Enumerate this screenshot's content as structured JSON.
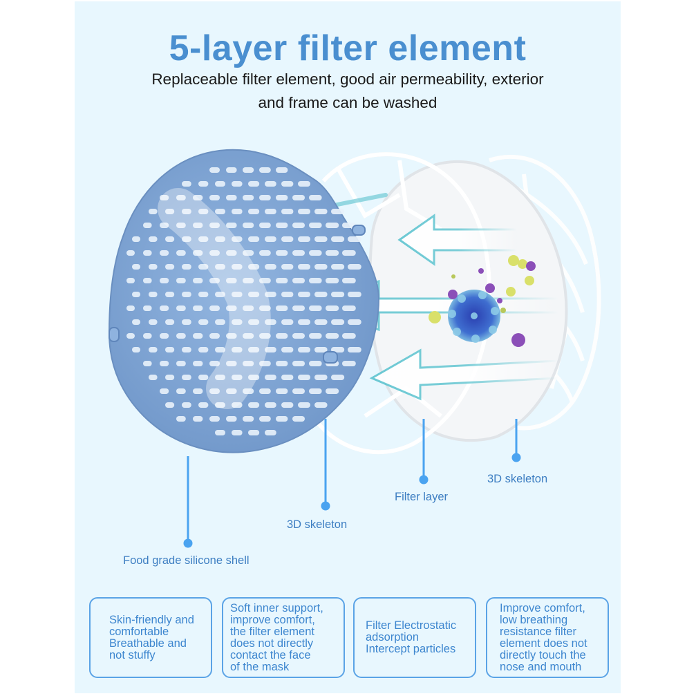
{
  "header": {
    "title": "5-layer filter element",
    "subtitle_line1": "Replaceable filter element, good air permeability, exterior",
    "subtitle_line2": "and frame can be washed"
  },
  "colors": {
    "panel_background": "#e8f7fe",
    "title": "#4a8fd0",
    "accent_line": "#4aa3f0",
    "silicone_shell": "#7ea3d2",
    "label_text": "#3d7ec2"
  },
  "illustration": {
    "components": [
      "silicone-shell",
      "3d-skeleton-front",
      "filter-layer",
      "3d-skeleton-back",
      "virus-particles",
      "airflow-arrows"
    ]
  },
  "callouts": [
    {
      "label": "Food grade silicone shell"
    },
    {
      "label": "3D skeleton"
    },
    {
      "label": "Filter layer"
    },
    {
      "label": "3D skeleton"
    }
  ],
  "features": [
    {
      "text": "Skin-friendly and\ncomfortable\nBreathable and\nnot stuffy"
    },
    {
      "text": "Soft inner support,\nimprove comfort,\nthe filter element\ndoes not directly\ncontact the face\nof the mask"
    },
    {
      "text": "Filter Electrostatic\nadsorption\nIntercept particles"
    },
    {
      "text": "Improve comfort,\nlow breathing\nresistance filter\nelement does not\ndirectly touch the\nnose and mouth"
    }
  ]
}
